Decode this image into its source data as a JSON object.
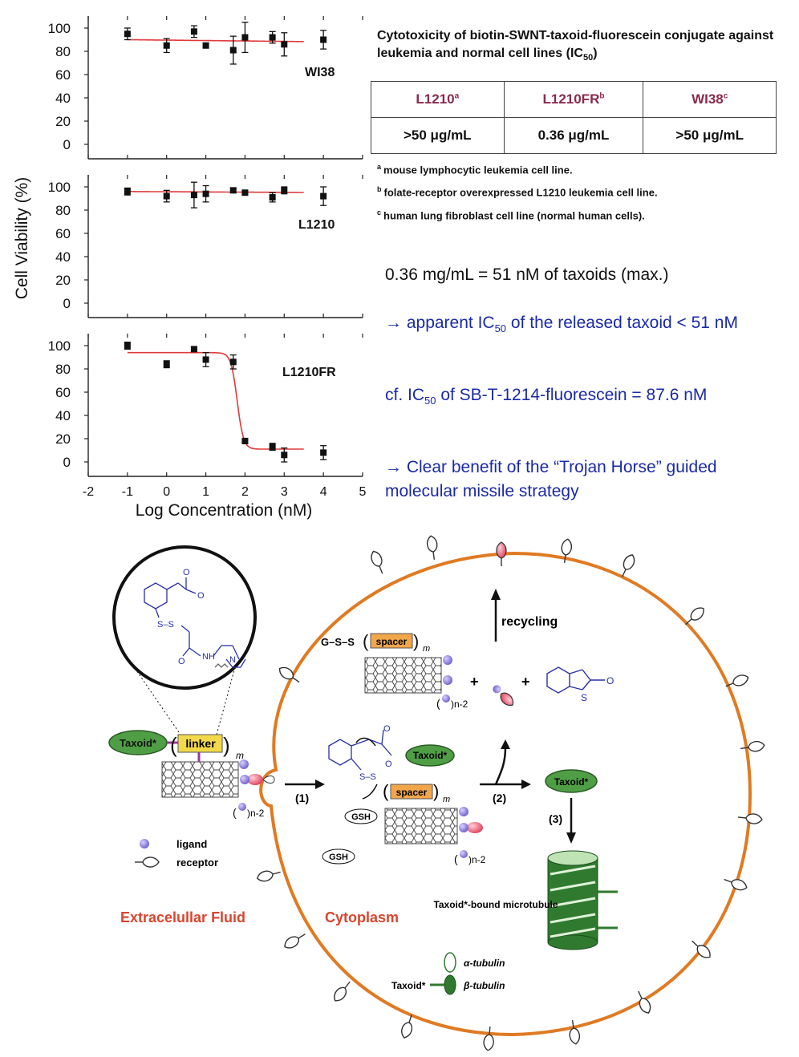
{
  "chart_data": [
    {
      "type": "scatter",
      "panel_label": "WI38",
      "points": [
        {
          "x": -1,
          "y": 95,
          "err": 5
        },
        {
          "x": 0,
          "y": 85,
          "err": 6
        },
        {
          "x": 0.7,
          "y": 97,
          "err": 5
        },
        {
          "x": 1,
          "y": 85,
          "err": 2
        },
        {
          "x": 1.7,
          "y": 81,
          "err": 12
        },
        {
          "x": 2,
          "y": 92,
          "err": 13
        },
        {
          "x": 2.7,
          "y": 92,
          "err": 5
        },
        {
          "x": 3,
          "y": 86,
          "err": 10
        },
        {
          "x": 4,
          "y": 90,
          "err": 8
        }
      ],
      "fit": {
        "kind": "flat",
        "y_start": 90,
        "y_end": 88
      },
      "ylim": [
        0,
        100
      ],
      "yticks": [
        "100",
        "80",
        "60",
        "40",
        "20",
        "0"
      ]
    },
    {
      "type": "scatter",
      "panel_label": "L1210",
      "points": [
        {
          "x": -1,
          "y": 96,
          "err": 3
        },
        {
          "x": 0,
          "y": 92,
          "err": 5
        },
        {
          "x": 0.7,
          "y": 93,
          "err": 11
        },
        {
          "x": 1,
          "y": 94,
          "err": 7
        },
        {
          "x": 1.7,
          "y": 97,
          "err": 2
        },
        {
          "x": 2,
          "y": 95,
          "err": 2
        },
        {
          "x": 2.7,
          "y": 91,
          "err": 4
        },
        {
          "x": 3,
          "y": 97,
          "err": 3
        },
        {
          "x": 4,
          "y": 92,
          "err": 8
        }
      ],
      "fit": {
        "kind": "flat",
        "y_start": 96,
        "y_end": 95
      },
      "ylim": [
        0,
        100
      ],
      "yticks": [
        "100",
        "80",
        "60",
        "40",
        "20",
        "0"
      ]
    },
    {
      "type": "scatter",
      "panel_label": "L1210FR",
      "points": [
        {
          "x": -1,
          "y": 100,
          "err": 3
        },
        {
          "x": 0,
          "y": 84,
          "err": 3
        },
        {
          "x": 0.7,
          "y": 97,
          "err": 2
        },
        {
          "x": 1,
          "y": 88,
          "err": 6
        },
        {
          "x": 1.7,
          "y": 86,
          "err": 6
        },
        {
          "x": 2,
          "y": 18,
          "err": 2
        },
        {
          "x": 2.7,
          "y": 13,
          "err": 3
        },
        {
          "x": 3,
          "y": 6,
          "err": 6
        },
        {
          "x": 4,
          "y": 8,
          "err": 6
        }
      ],
      "fit": {
        "kind": "sigmoid",
        "top": 94,
        "bottom": 11,
        "x50": 1.8,
        "slope": 0.08
      },
      "ylim": [
        0,
        100
      ],
      "yticks": [
        "100",
        "80",
        "60",
        "40",
        "20",
        "0"
      ]
    }
  ],
  "axes": {
    "ylabel": "Cell Viability (%)",
    "xlabel": "Log Concentration (nM)",
    "xticks": [
      "-2",
      "-1",
      "0",
      "1",
      "2",
      "3",
      "4",
      "5"
    ],
    "xlim": [
      -2,
      5
    ]
  },
  "colors": {
    "fit_line": "#e03a3a",
    "marker": "#111111",
    "blue_text": "#1a2aa8",
    "table_header": "#8a2a4c",
    "cell_orange": "#e07a22",
    "ligand": "#7a6fd0",
    "receptor_pink": "#e45a72",
    "taxoid_green": "#4f9e45",
    "linker_yellow": "#f2d94a",
    "spacer_orange": "#f2a64a",
    "tubulin_green": "#2f7a2f"
  },
  "table": {
    "title": "Cytotoxicity of biotin-SWNT-taxoid-fluorescein conjugate against leukemia and normal cell lines (IC",
    "title_sub": "50",
    "title_end": ")",
    "headers": [
      {
        "label": "L1210",
        "sup": "a"
      },
      {
        "label": "L1210FR",
        "sup": "b"
      },
      {
        "label": "WI38",
        "sup": "c"
      }
    ],
    "values": [
      ">50 μg/mL",
      "0.36 μg/mL",
      ">50 μg/mL"
    ],
    "footnotes": [
      {
        "sup": "a",
        "text": "mouse lymphocytic leukemia cell line."
      },
      {
        "sup": "b",
        "text": "folate-receptor overexpressed L1210 leukemia cell line."
      },
      {
        "sup": "c",
        "text": "human lung fibroblast cell line (normal human cells)."
      }
    ]
  },
  "notes": {
    "conversion": "0.36 mg/mL = 51 nM of taxoids (max.)",
    "n1_pre": "→ apparent IC",
    "n1_sub": "50",
    "n1_post": " of the released taxoid < 51 nM",
    "n2_pre": "cf. IC",
    "n2_sub": "50",
    "n2_post": " of SB-T-1214-fluorescein = 87.6 nM",
    "n3": "→ Clear benefit of the “Trojan Horse” guided molecular missile strategy"
  },
  "diagram": {
    "taxoid": "Taxoid*",
    "linker": "linker",
    "spacer": "spacer",
    "m": "m",
    "n2": ")n-2",
    "ligand": "ligand",
    "receptor": "receptor",
    "extracellular": "Extracelullar Fluid",
    "cytoplasm": "Cytoplasm",
    "recycling": "recycling",
    "gss": "G–S–S",
    "gsh": "GSH",
    "step1": "(1)",
    "step2": "(2)",
    "step3": "(3)",
    "nh": "NH",
    "n_atom": "N",
    "o_atom": "O",
    "s_atom": "S",
    "ss": "S–S",
    "microtubule": "Taxoid*-bound microtubule",
    "alpha": "α-tubulin",
    "beta": "β-tubulin",
    "plus": "+"
  }
}
